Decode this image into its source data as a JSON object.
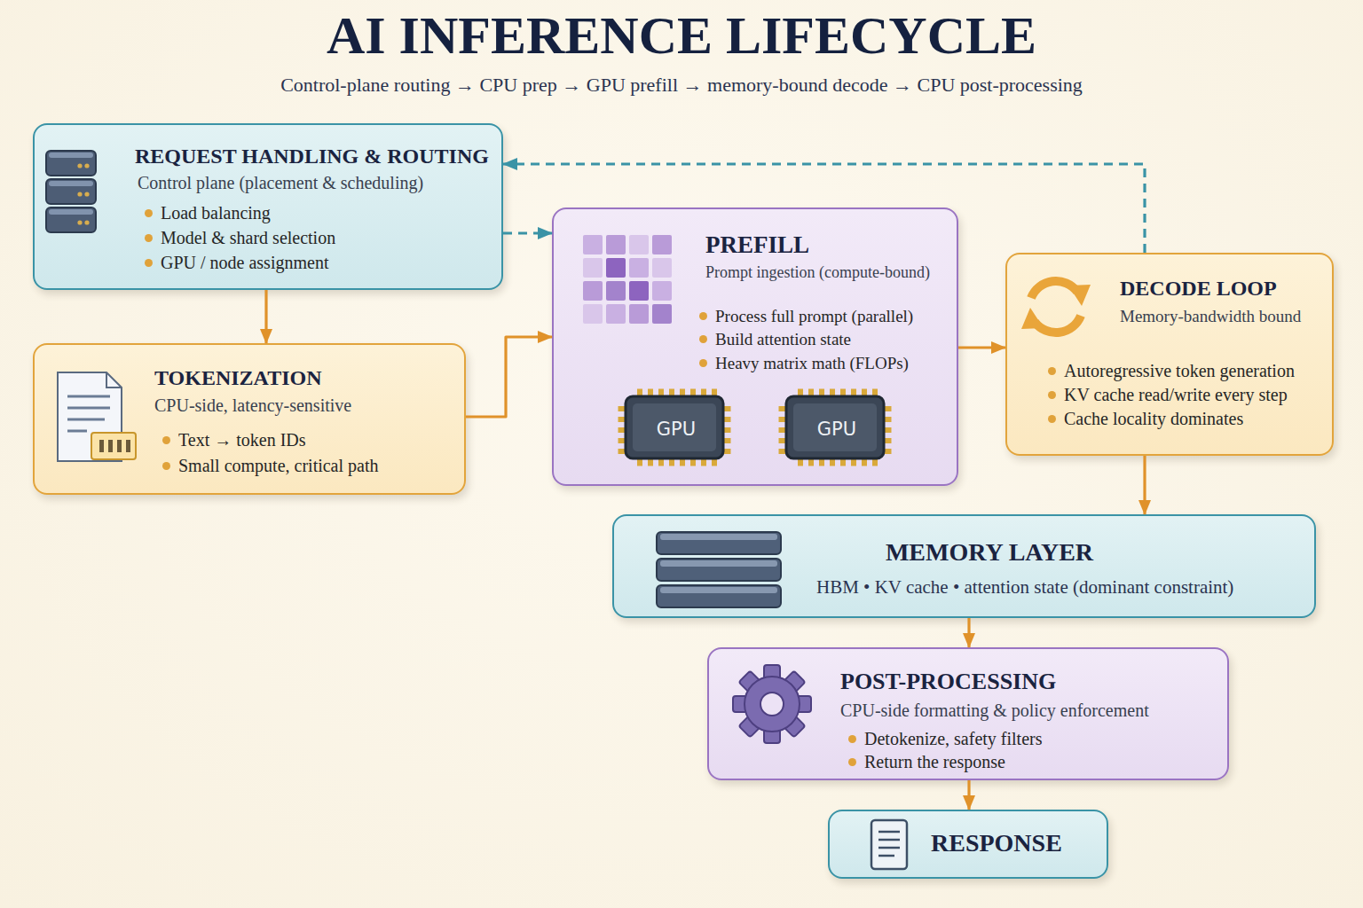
{
  "diagram": {
    "title": "AI INFERENCE LIFECYCLE",
    "caption": "Control-plane routing → CPU prep → GPU prefill → memory-bound decode → CPU post-processing",
    "nodes": [
      {
        "text": [
          "REQUEST HANDLING & ROUTING",
          "Control plane (placement & scheduling)",
          "Load balancing",
          "Model & shard selection",
          "GPU / node assignment"
        ]
      },
      {
        "text": [
          "TOKENIZATION",
          "CPU-side, latency-sensitive",
          "Text → token IDs",
          "Small compute, critical path"
        ]
      },
      {
        "text": [
          "PREFILL",
          "Prompt ingestion (compute-bound)",
          "Process full prompt (parallel)",
          "Build attention state",
          "Heavy matrix math (FLOPs)"
        ]
      },
      {
        "text": [
          "GPU"
        ],
        "in": 2
      },
      {
        "text": [
          "GPU"
        ],
        "in": 2
      },
      {
        "text": [
          "DECODE LOOP",
          "Memory-bandwidth bound",
          "Autoregressive token generation",
          "KV cache read/write every step",
          "Cache locality dominates"
        ]
      },
      {
        "text": [
          "MEMORY LAYER",
          "HBM • KV cache • attention state (dominant constraint)"
        ]
      },
      {
        "text": [
          "POST-PROCESSING",
          "CPU-side formatting & policy enforcement",
          "Detokenize, safety filters",
          "Return the response"
        ]
      },
      {
        "text": [
          "RESPONSE"
        ]
      }
    ],
    "edges": [
      {
        "from": 0,
        "to": 1,
        "arrow": "to"
      },
      {
        "from": 0,
        "to": 2,
        "arrow": "to"
      },
      {
        "from": 1,
        "to": 2,
        "arrow": "to"
      },
      {
        "from": 2,
        "to": 5,
        "arrow": "to"
      },
      {
        "from": 5,
        "to": 0,
        "arrow": "to"
      },
      {
        "from": 5,
        "to": 6,
        "arrow": "to"
      },
      {
        "from": 6,
        "to": 7,
        "arrow": "to"
      },
      {
        "from": 7,
        "to": 8,
        "arrow": "to"
      }
    ]
  }
}
